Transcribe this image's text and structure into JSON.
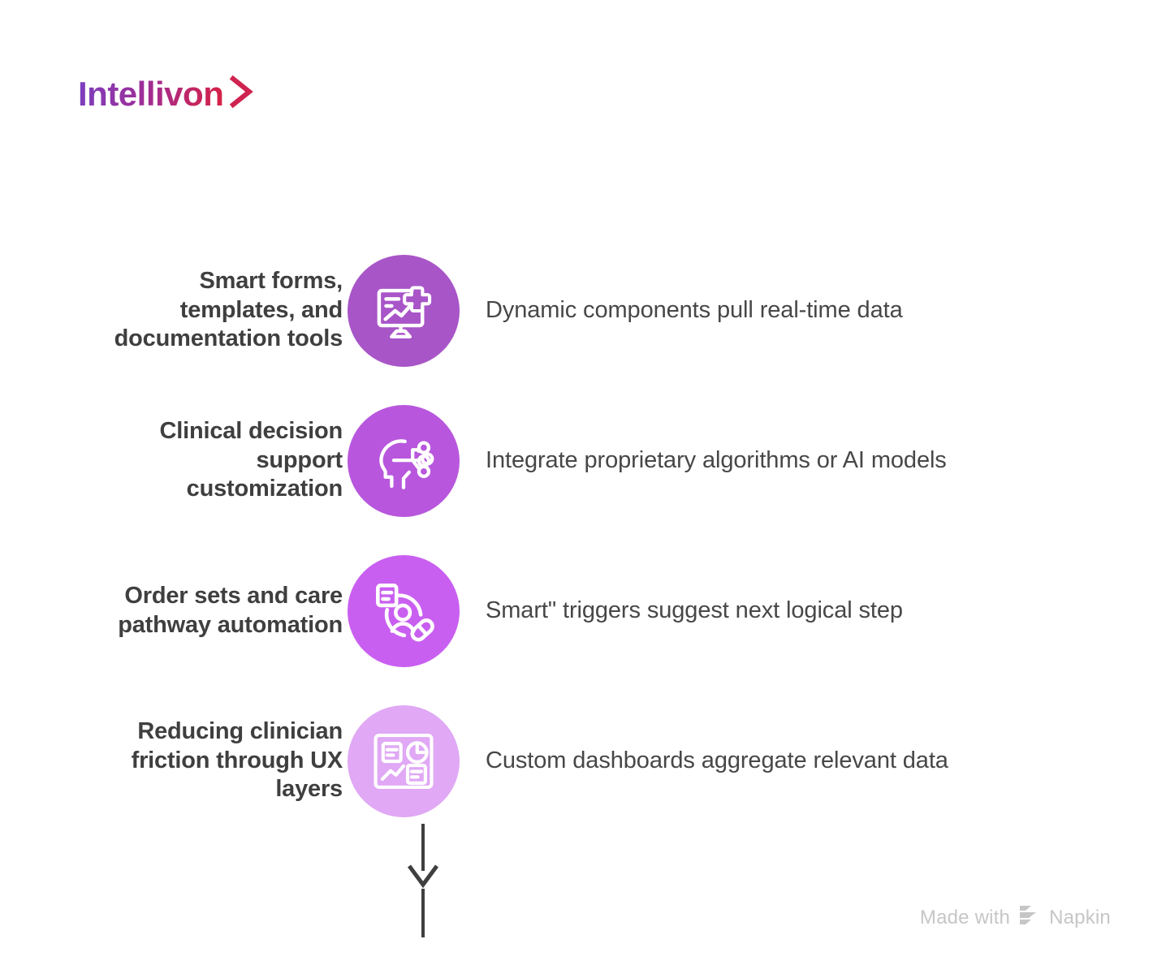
{
  "brand": {
    "name": "Intellivon",
    "chevron_icon": "chevron-right-icon",
    "gradient_start": "#7b3fbf",
    "gradient_end": "#d3224a"
  },
  "timeline": {
    "connector_color": "#3f3f3f",
    "steps": [
      {
        "label": "Smart forms,\ntemplates, and\ndocumentation tools",
        "description": "Dynamic components pull real-time data",
        "icon": "monitor-chart-medical-cross-icon",
        "circle_color": "#a855c8"
      },
      {
        "label": "Clinical decision\nsupport\ncustomization",
        "description": "Integrate proprietary algorithms or AI models",
        "icon": "ai-head-neural-network-icon",
        "circle_color": "#b857dd"
      },
      {
        "label": "Order sets and care\npathway automation",
        "description": "Smart\" triggers suggest next logical step",
        "icon": "patient-care-pathway-pill-icon",
        "circle_color": "#c95ff0"
      },
      {
        "label": "Reducing clinician\nfriction through UX\nlayers",
        "description": "Custom dashboards aggregate relevant data",
        "icon": "dashboard-panels-icon",
        "circle_color": "#e0a8f5"
      }
    ]
  },
  "footer": {
    "made_with": "Made with",
    "product": "Napkin",
    "logo_icon": "napkin-chevron-stripes-icon",
    "color": "#c6c6c6"
  }
}
